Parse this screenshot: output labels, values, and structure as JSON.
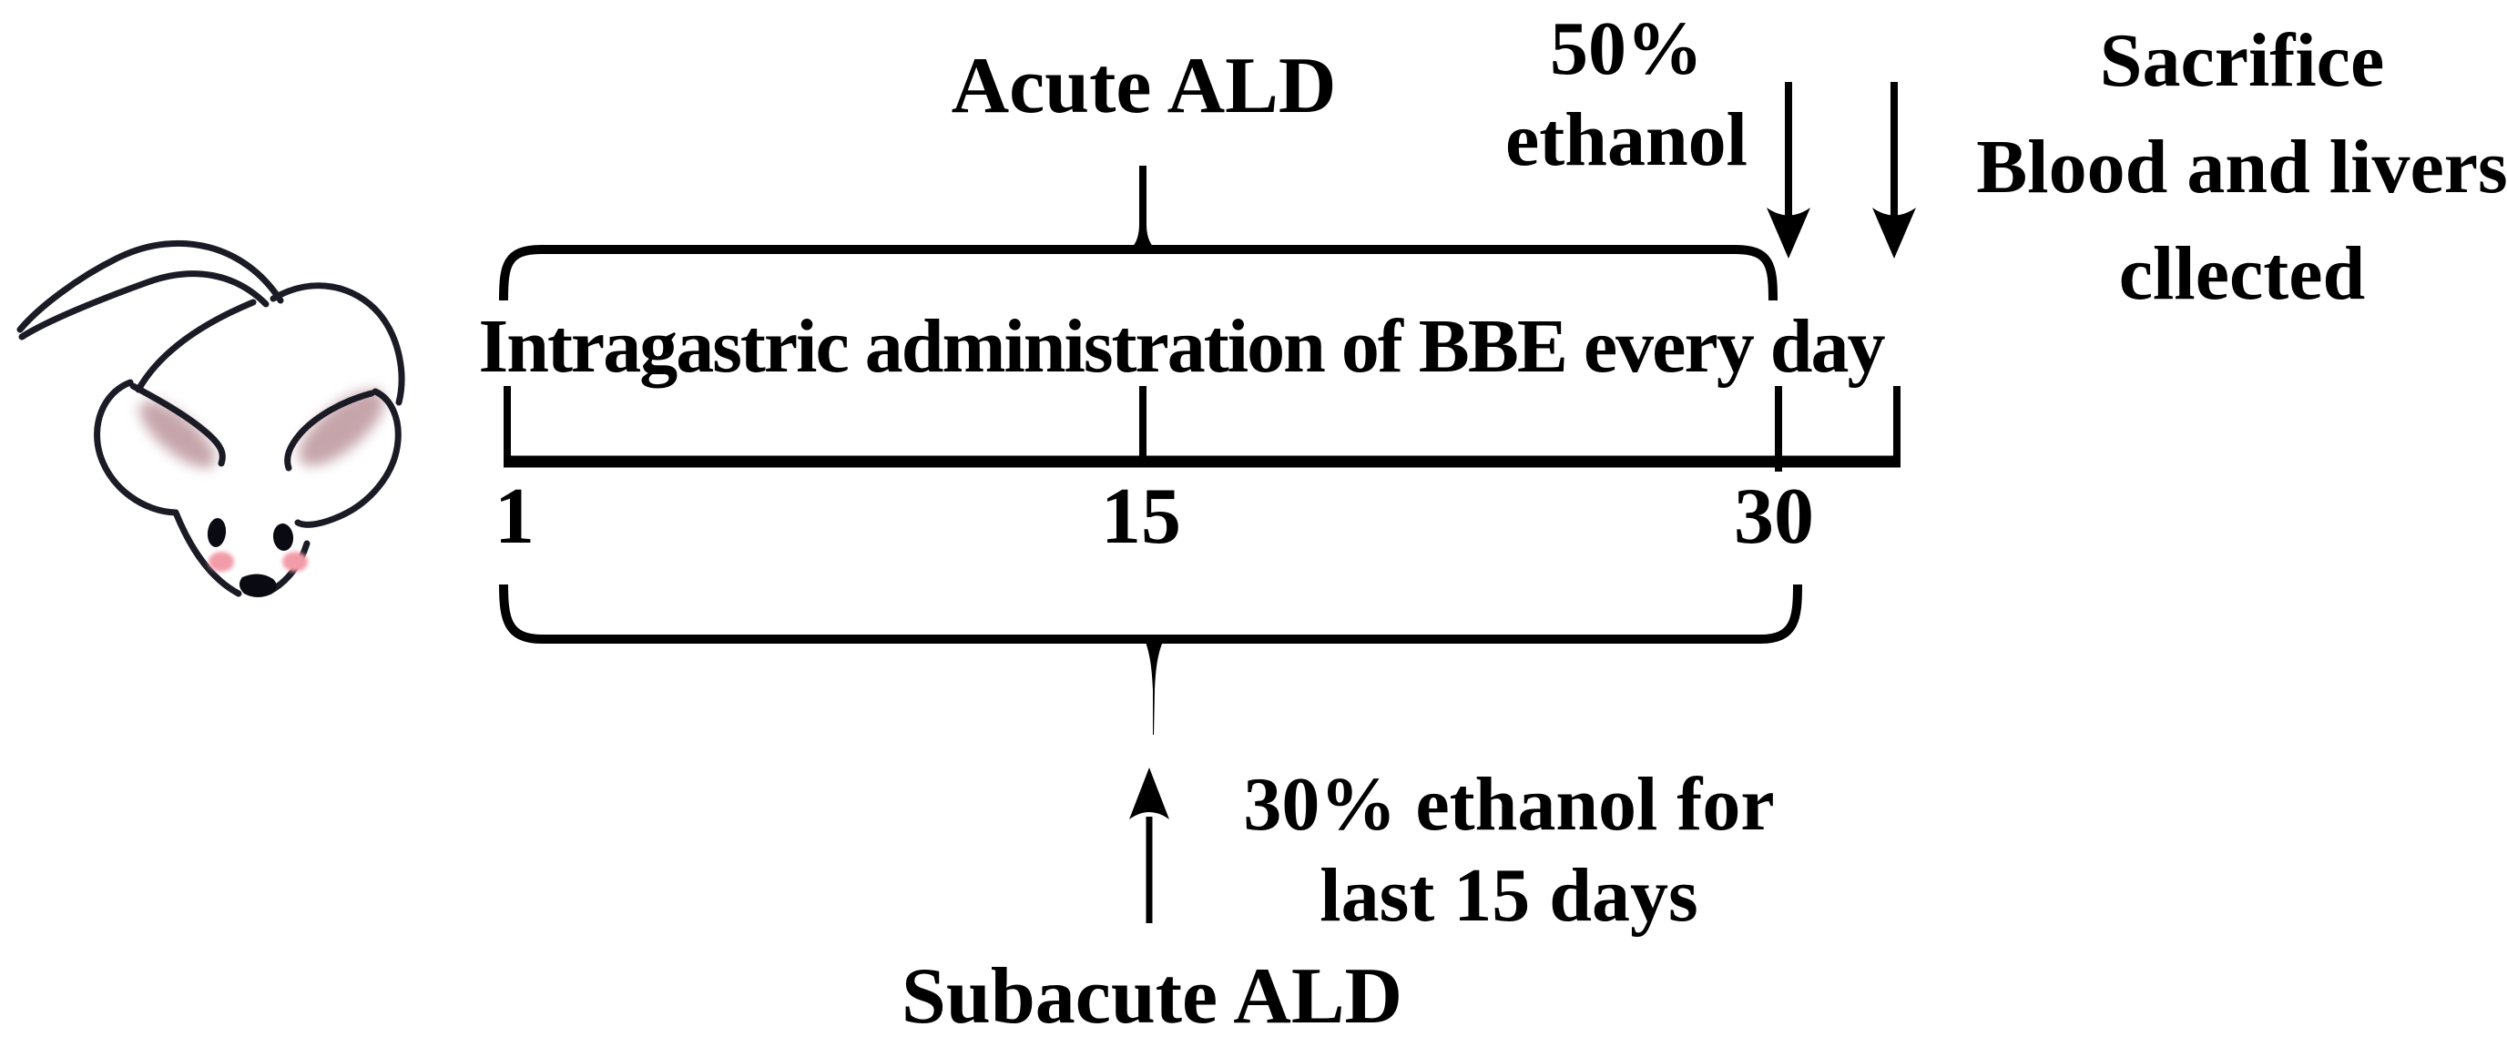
{
  "figure": {
    "background_color": "#ffffff",
    "ink_color": "#000000",
    "acute_model": {
      "title": "Acute ALD",
      "ethanol_note_line1": "50%",
      "ethanol_note_line2": "ethanol"
    },
    "sacrifice_note": {
      "line1": "Sacrifice",
      "line2": "Blood and livers",
      "line3": "cllected"
    },
    "treatment_label": "Intragastric administration of BBE every day",
    "timeline": {
      "tick_labels": [
        "1",
        "15",
        "30"
      ]
    },
    "subacute_model": {
      "title": "Subacute ALD",
      "ethanol_note_line1": "30% ethanol for",
      "ethanol_note_line2": "last 15 days"
    },
    "icons": {
      "mouse": "mouse-illustration",
      "acute_arrows": "down-arrow-icon",
      "subacute_arrow": "up-arrow-icon"
    },
    "colors": {
      "mouse_outline": "#1b1b26",
      "cheek_pink": "#f39ca9",
      "ear_shade": "#b78f96"
    }
  }
}
